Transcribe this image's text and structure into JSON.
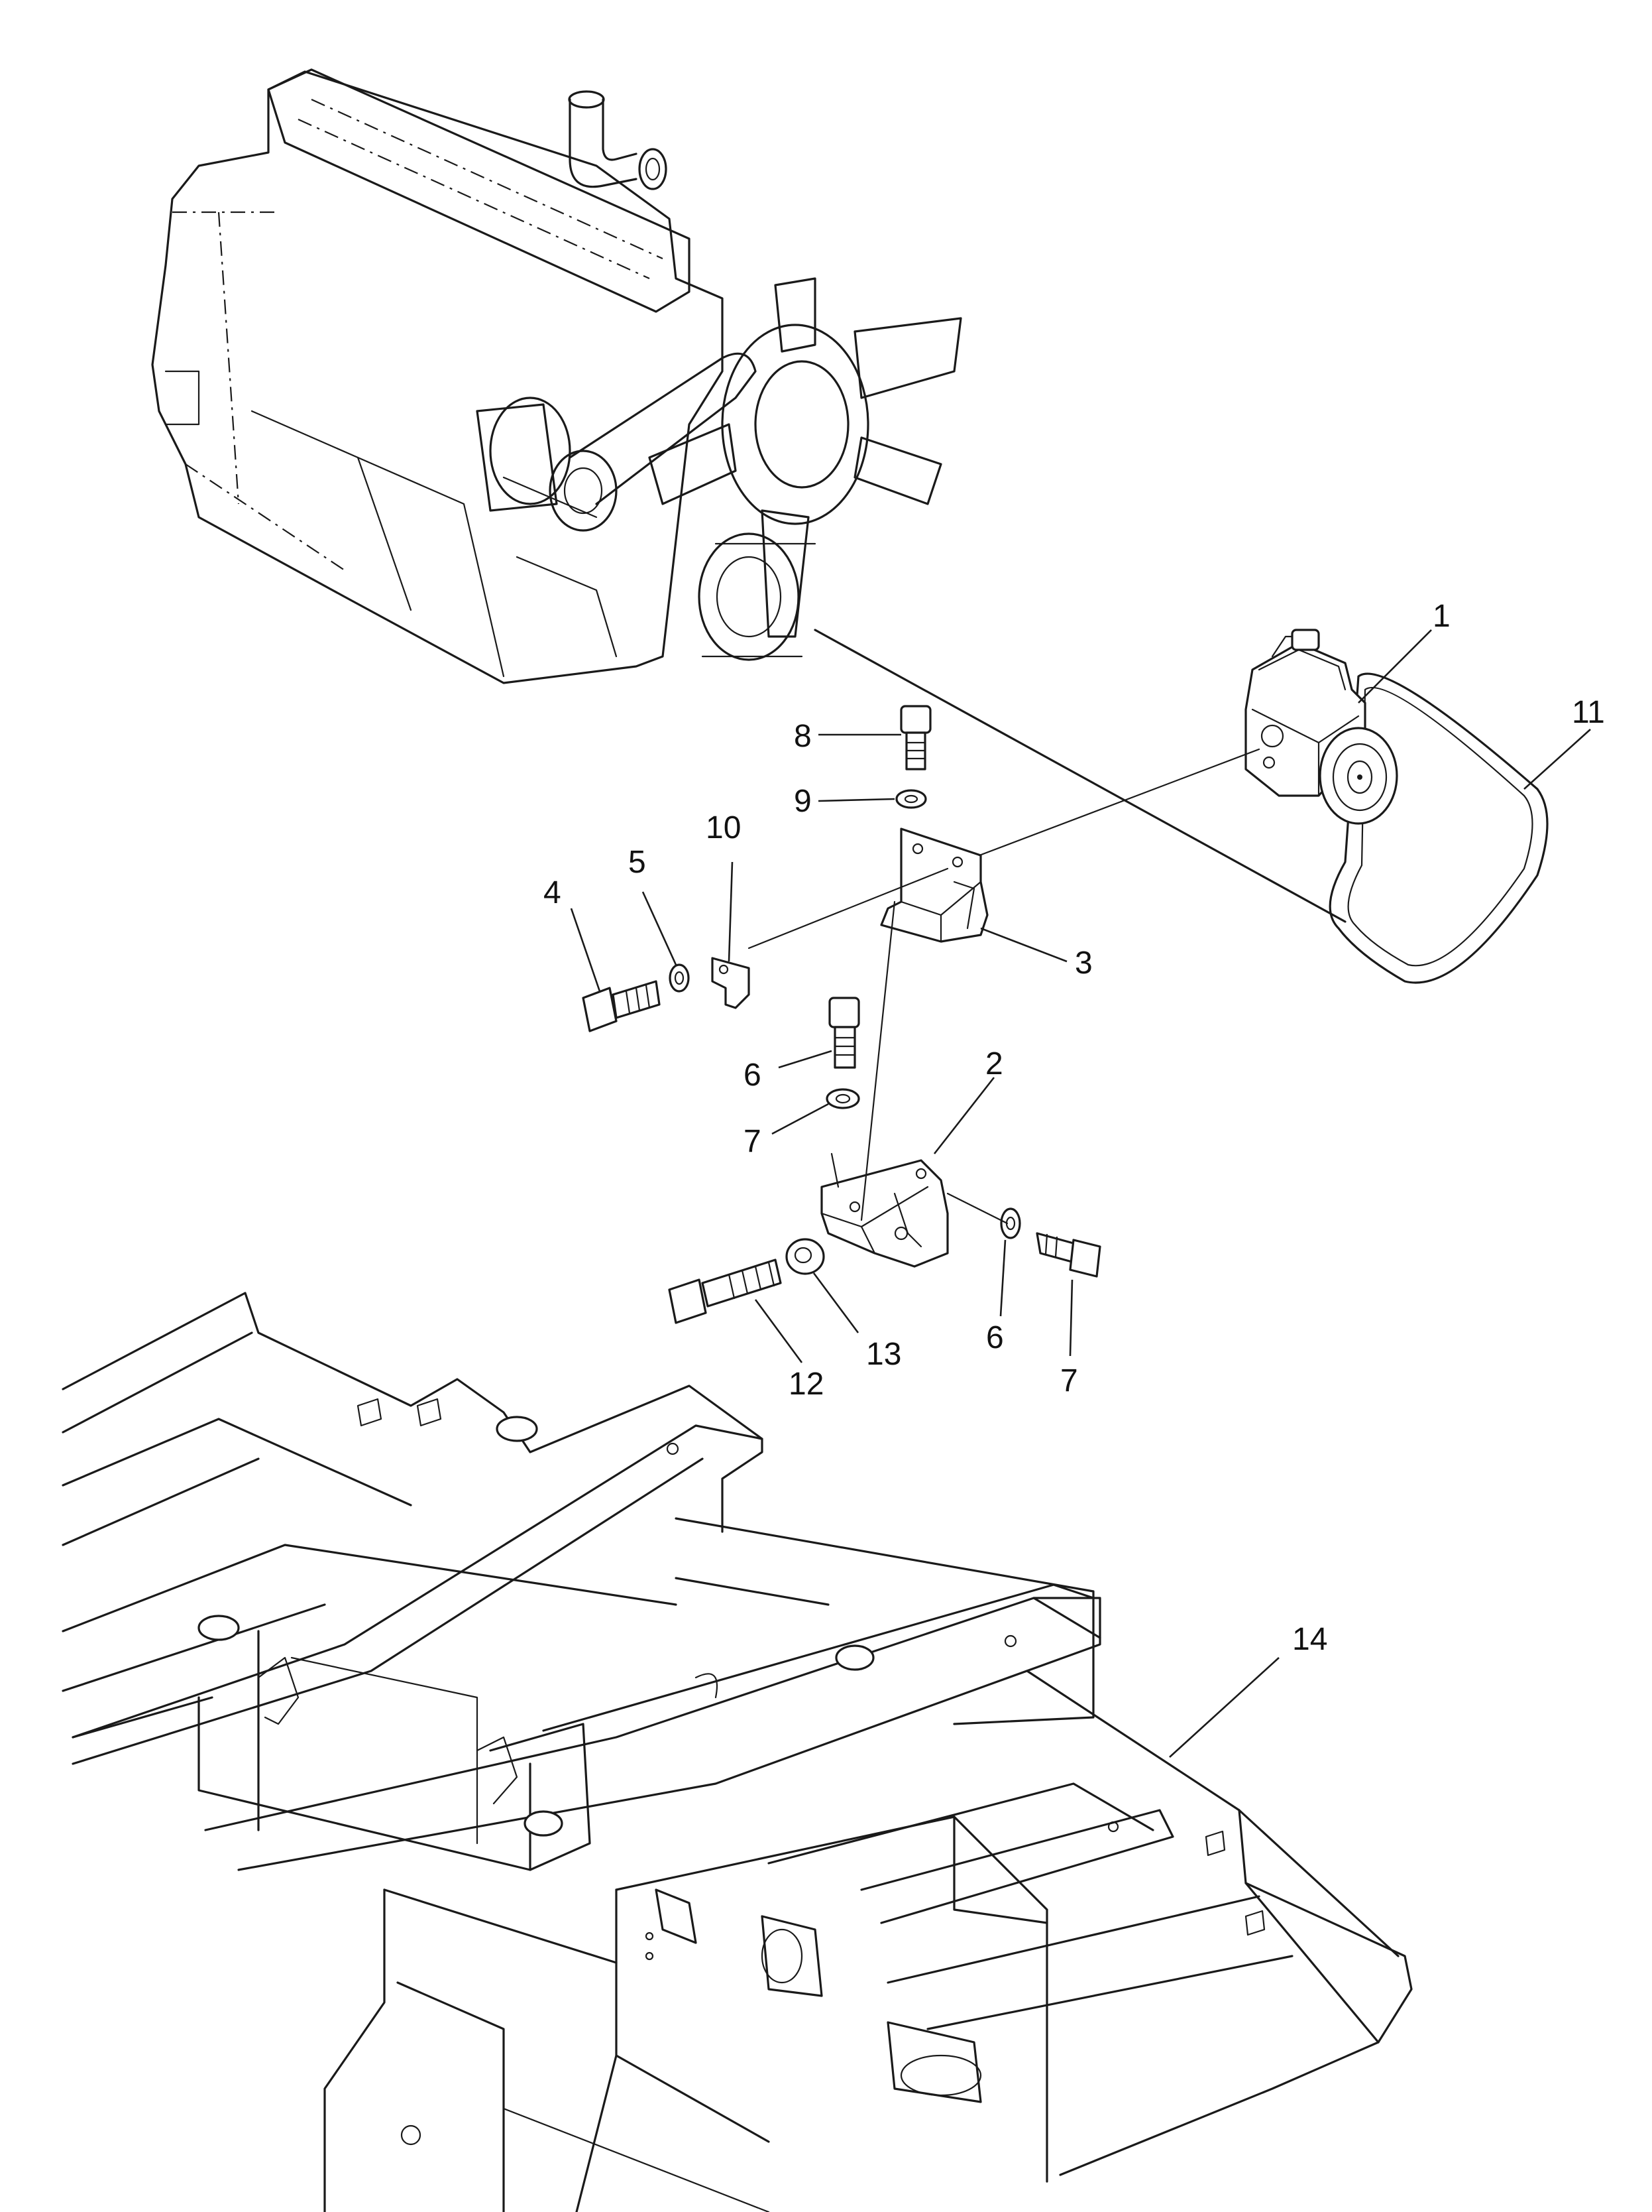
{
  "callouts": [
    {
      "id": "1",
      "label": "1"
    },
    {
      "id": "2",
      "label": "2"
    },
    {
      "id": "3",
      "label": "3"
    },
    {
      "id": "4",
      "label": "4"
    },
    {
      "id": "5",
      "label": "5"
    },
    {
      "id": "6a",
      "label": "6"
    },
    {
      "id": "6b",
      "label": "6"
    },
    {
      "id": "7a",
      "label": "7"
    },
    {
      "id": "7b",
      "label": "7"
    },
    {
      "id": "8",
      "label": "8"
    },
    {
      "id": "9",
      "label": "9"
    },
    {
      "id": "10",
      "label": "10"
    },
    {
      "id": "11",
      "label": "11"
    },
    {
      "id": "12",
      "label": "12"
    },
    {
      "id": "13",
      "label": "13"
    },
    {
      "id": "14",
      "label": "14"
    }
  ],
  "parts": [
    {
      "callout": "1",
      "name": "compressor",
      "icon": "air-compressor-icon"
    },
    {
      "callout": "2",
      "name": "lower-bracket",
      "icon": "bracket-icon"
    },
    {
      "callout": "3",
      "name": "upper-bracket",
      "icon": "bracket-icon"
    },
    {
      "callout": "4",
      "name": "bolt",
      "icon": "bolt-icon"
    },
    {
      "callout": "5",
      "name": "washer",
      "icon": "washer-icon"
    },
    {
      "callout": "6",
      "name": "bolt",
      "icon": "bolt-icon"
    },
    {
      "callout": "7",
      "name": "washer",
      "icon": "washer-icon"
    },
    {
      "callout": "8",
      "name": "bolt",
      "icon": "bolt-icon"
    },
    {
      "callout": "9",
      "name": "washer",
      "icon": "washer-icon"
    },
    {
      "callout": "10",
      "name": "clip",
      "icon": "clip-icon"
    },
    {
      "callout": "11",
      "name": "v-belt",
      "icon": "belt-icon"
    },
    {
      "callout": "12",
      "name": "bolt",
      "icon": "bolt-icon"
    },
    {
      "callout": "13",
      "name": "spacer",
      "icon": "spacer-icon"
    },
    {
      "callout": "14",
      "name": "frame",
      "icon": "frame-icon"
    }
  ]
}
